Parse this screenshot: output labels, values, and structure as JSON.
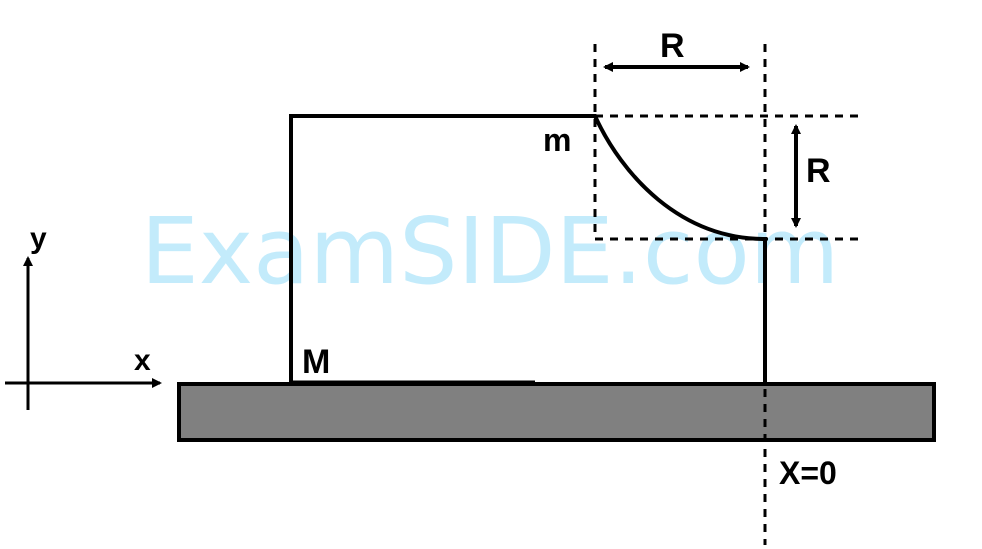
{
  "watermark": {
    "text": "ExamSIDE.com",
    "color": "#c3ebfb"
  },
  "labels": {
    "y_axis": "y",
    "x_axis": "x",
    "block_mass": "M",
    "small_mass": "m",
    "radius_horizontal": "R",
    "radius_vertical": "R",
    "origin": "X=0"
  },
  "colors": {
    "stroke": "#000000",
    "surface_fill": "#808080",
    "background": "#ffffff"
  }
}
